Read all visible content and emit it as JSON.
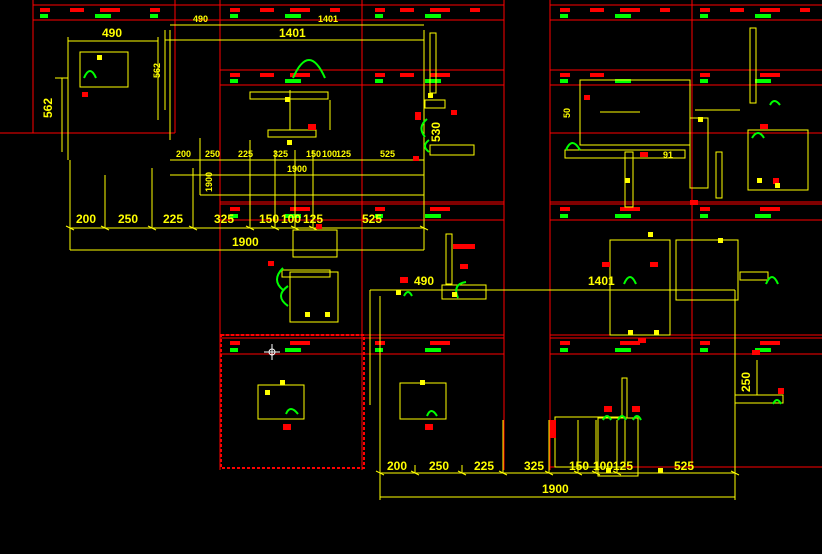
{
  "colors": {
    "background": "#000000",
    "grid_line": "#ff0000",
    "dimension": "#ffff00",
    "fixture": "#00ff00",
    "marker": "#ff0000",
    "selection": "#ff0000"
  },
  "dimensions": {
    "top_left_width": "490",
    "top_left_height": "562",
    "top_center_width": "1401",
    "top_small_w": "490",
    "top_small_h": "562",
    "top_head_w": "1401",
    "side_h": "530",
    "mid_row": [
      "200",
      "250",
      "225",
      "325",
      "150",
      "100",
      "125",
      "525"
    ],
    "mid_total": "1900",
    "mid_side": "1900",
    "left_row": [
      "200",
      "250",
      "225",
      "325",
      "150",
      "100",
      "125",
      "525"
    ],
    "left_total": "1900",
    "center_label": "490",
    "right_label": "1401",
    "right_height": "250",
    "right_small": "50",
    "right_small2": "91",
    "bottom_row": [
      "200",
      "250",
      "225",
      "325",
      "150",
      "100",
      "125",
      "525"
    ],
    "bottom_total": "1900"
  },
  "icons": {
    "fixture": "toilet-icon",
    "marker": "red-marker-icon",
    "cursor": "crosshair-icon"
  }
}
